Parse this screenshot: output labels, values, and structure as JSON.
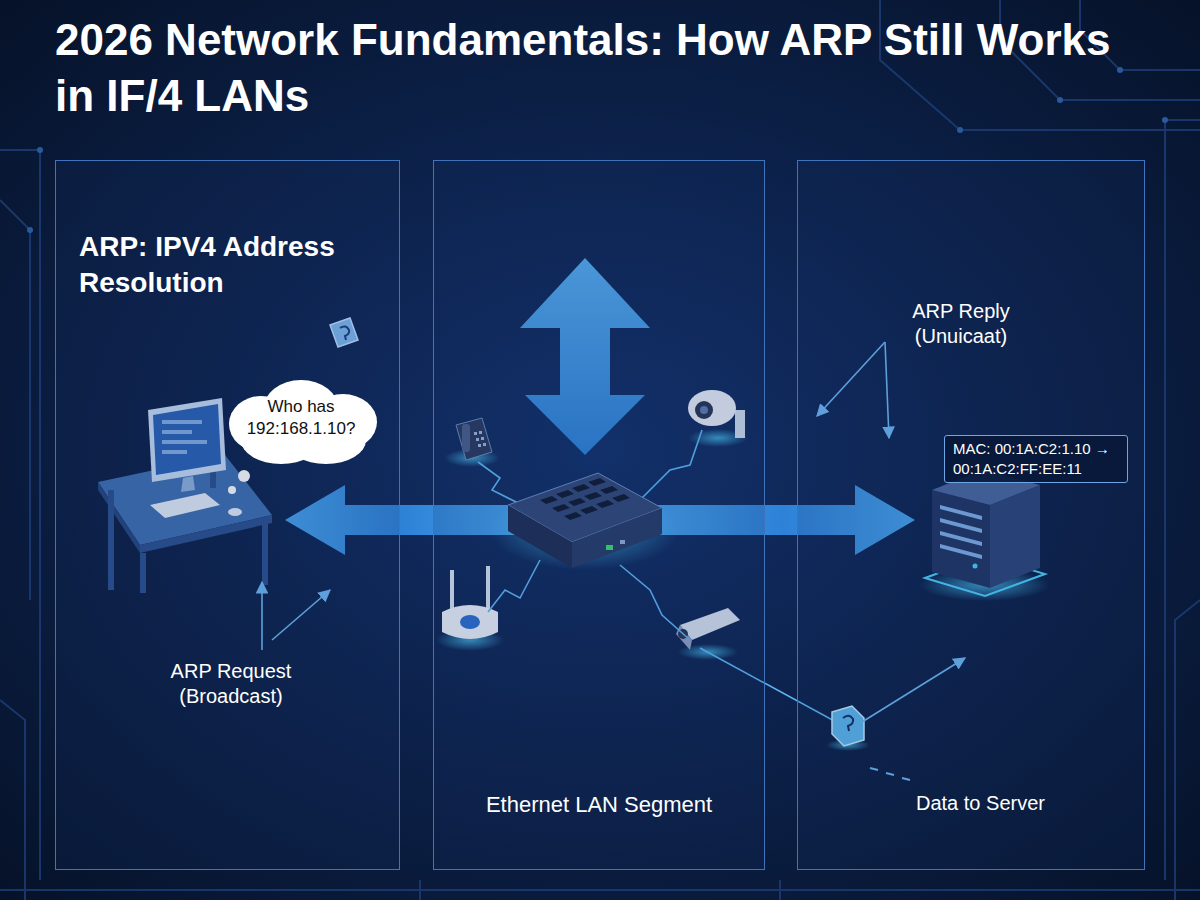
{
  "diagram": {
    "title": "2026 Network Fundamentals: How ARP Still Works in IF/4 LANs",
    "nodes": [
      {
        "text": [
          "ARP: IPV4 Address Resolution",
          "ARP Request (Broadcast)"
        ]
      },
      {
        "text": [
          "Who has 192:168.1.10?"
        ],
        "in": 0
      },
      {
        "text": [
          "Ethernet LAN Segment"
        ]
      },
      {
        "text": [
          "ARP Reply (Unuicaat)",
          "Data to Server"
        ]
      },
      {
        "text": [
          "MAC: 00:1A:C2:1.10 → 00:1A:C2:FF:EE:11"
        ],
        "in": 3
      }
    ]
  }
}
